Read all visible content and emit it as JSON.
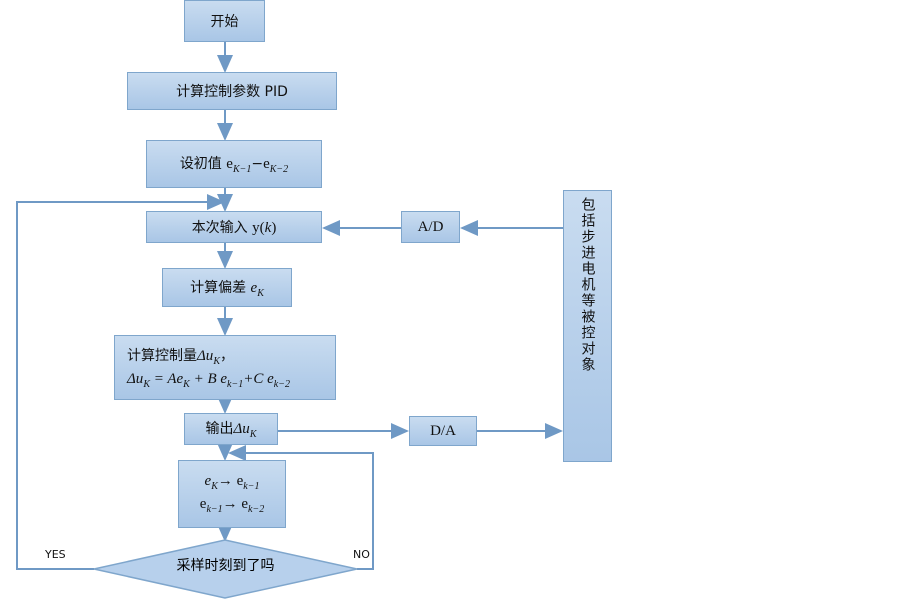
{
  "nodes": {
    "start": "开始",
    "calc_params": "计算控制参数 PID",
    "init": {
      "label": "设初值",
      "e1": "e",
      "s1": "K−1",
      "dash": "−",
      "e2": "e",
      "s2": "K−2"
    },
    "input": {
      "label": "本次输入",
      "var": "y(",
      "k": "k",
      ")": ")"
    },
    "error": {
      "label": "计算偏差",
      "e": "e",
      "s": "K"
    },
    "control": {
      "label": "计算控制量",
      "du": "Δu",
      "s": "K",
      "comma": "，",
      "f1": "Δu",
      "fs1": "K",
      "f2": " = Ae",
      "fs2": "K",
      "f3": " + B e",
      "fs3": "k−1",
      "f4": "+C e",
      "fs4": "k−2"
    },
    "output": {
      "label": "输出",
      "du": "Δu",
      "s": "K"
    },
    "shift": {
      "a": "e",
      "as": "K",
      "arrow": "→",
      "b": "e",
      "bs": "k−1",
      "c": "e",
      "cs": "k−1",
      "arrow2": "→",
      "d": "e",
      "ds": "k−2"
    },
    "decision": "采样时刻到了吗",
    "ad": "A/D",
    "da": "D/A",
    "plant": "包括步进电机等被控对象"
  },
  "labels": {
    "yes": "YES",
    "no": "NO"
  },
  "colors": {
    "line": "#6f99c5"
  }
}
